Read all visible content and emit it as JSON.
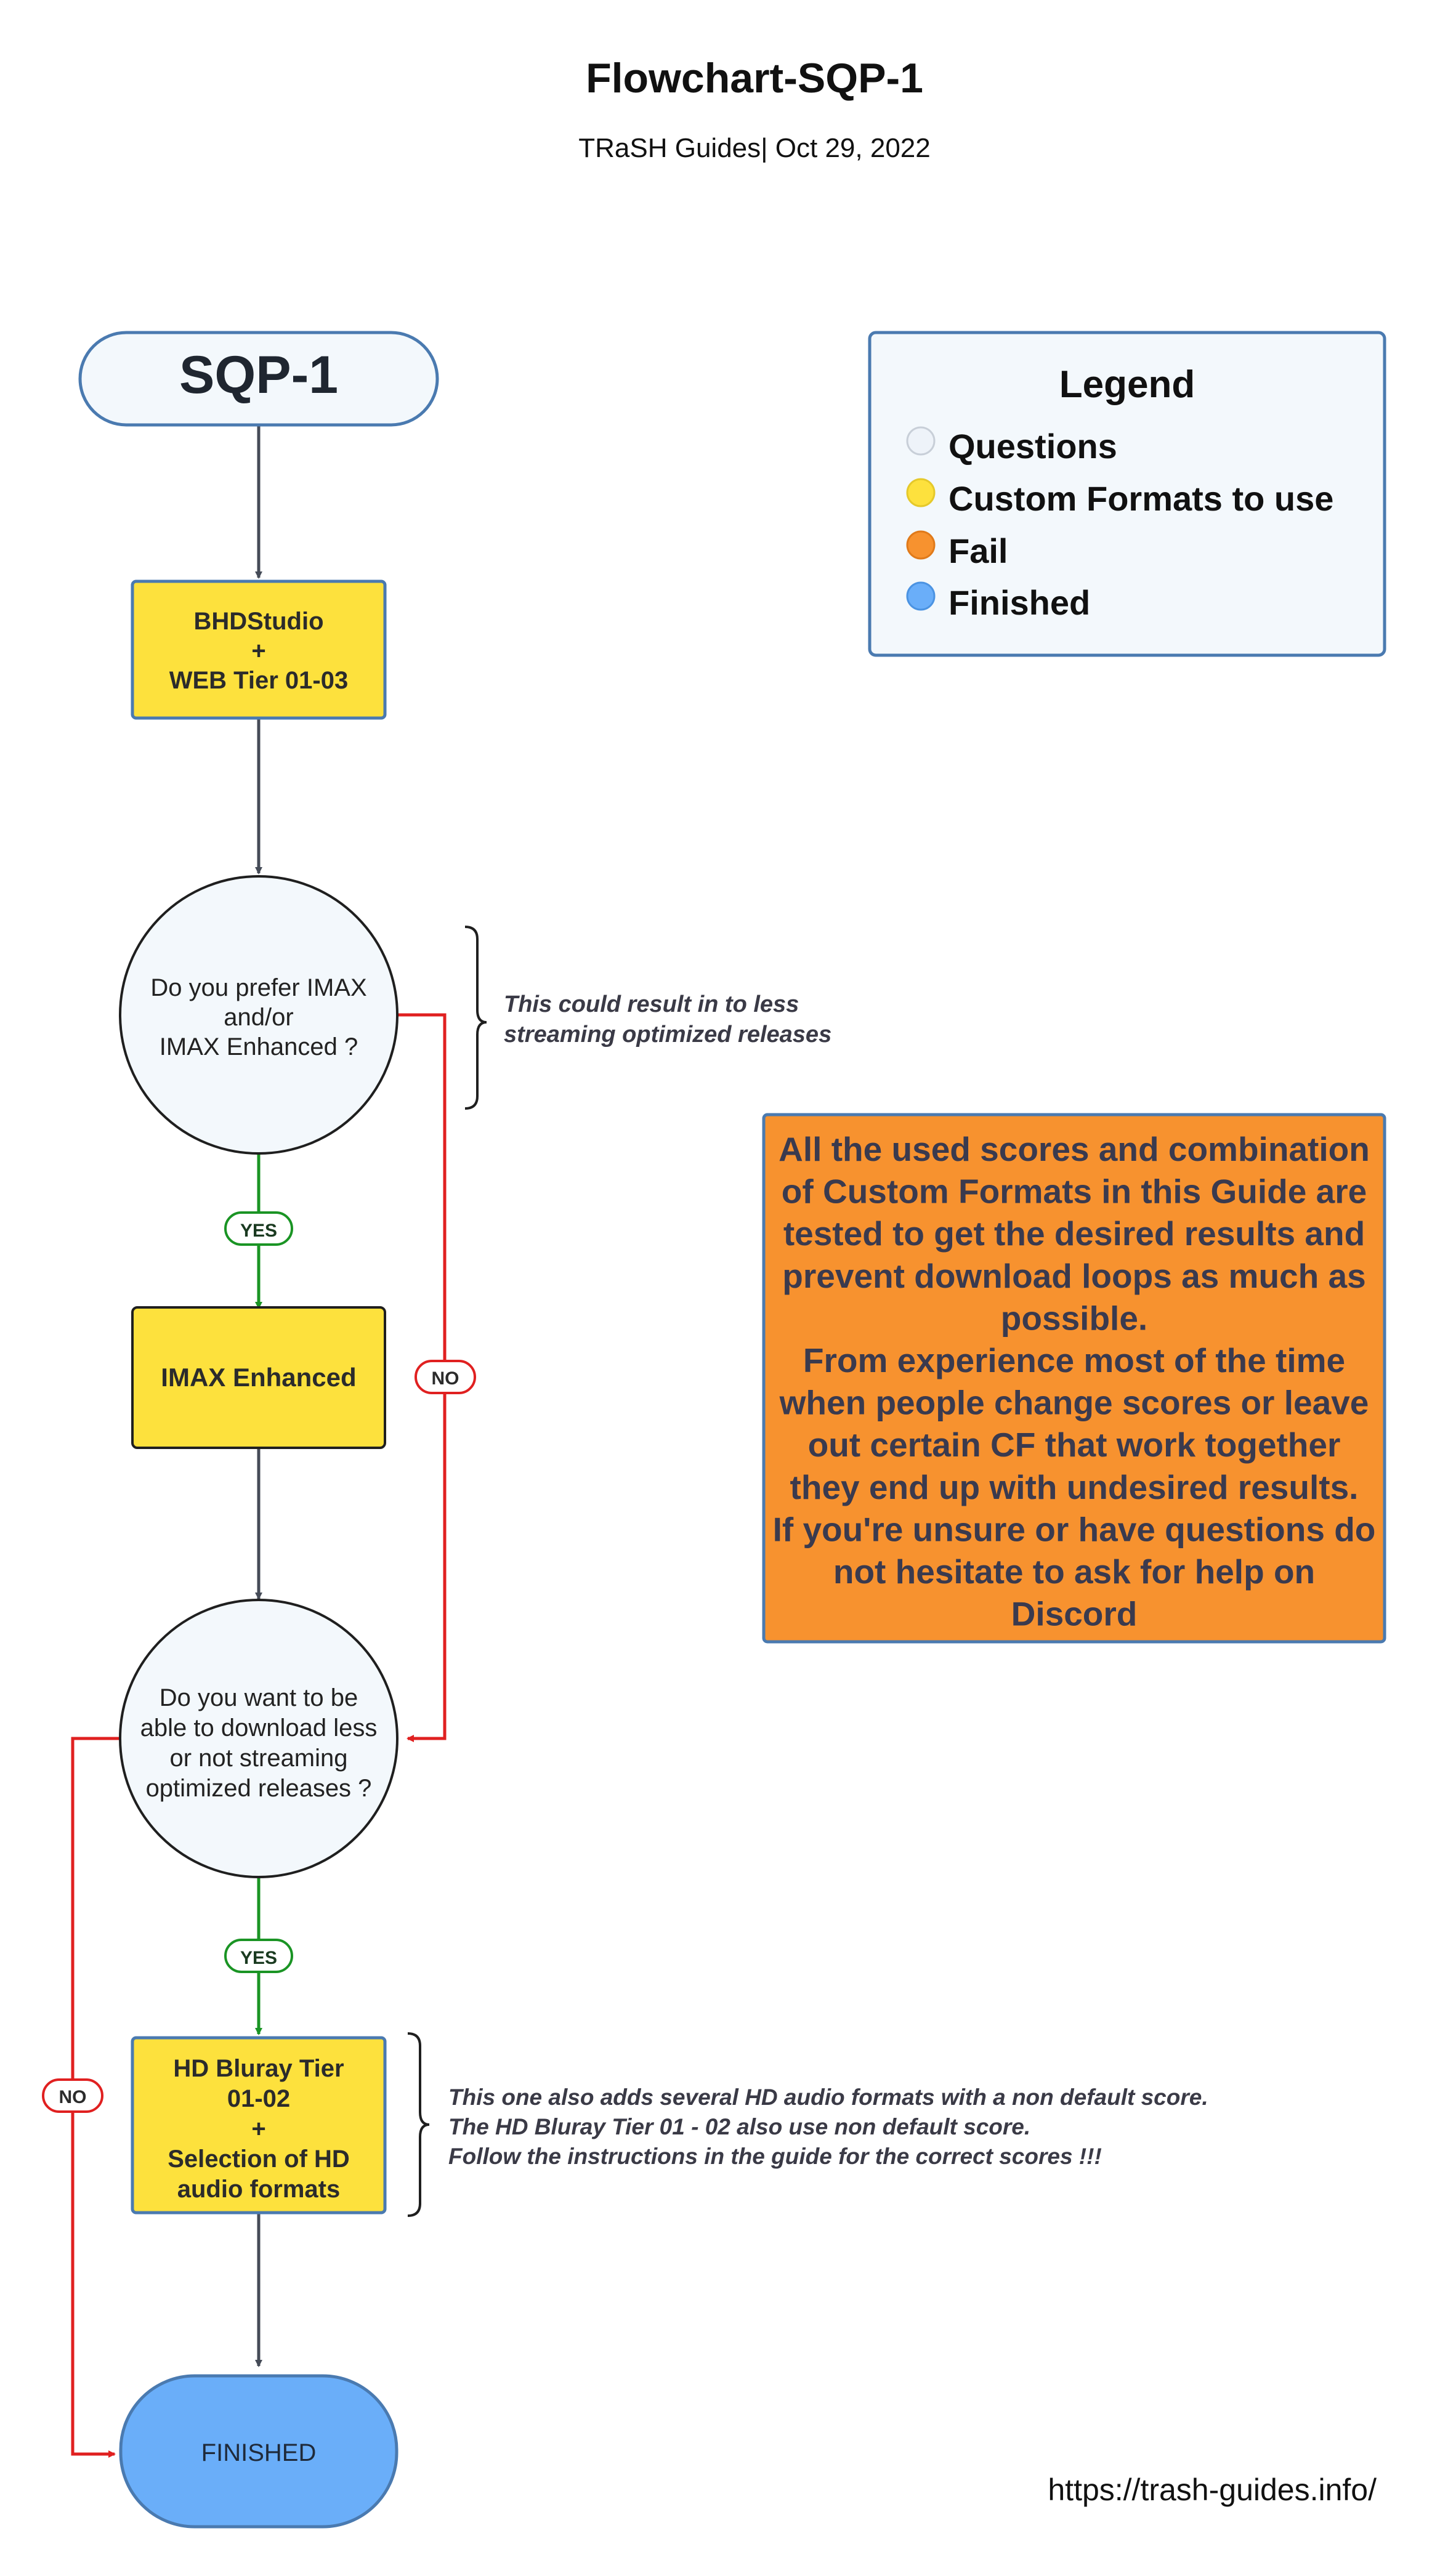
{
  "header": {
    "title": "Flowchart-SQP-1",
    "subtitle": "TRaSH Guides| Oct 29, 2022"
  },
  "nodes": {
    "start": {
      "label": "SQP-1"
    },
    "bhd": {
      "lines": [
        "BHDStudio",
        "+",
        "WEB Tier 01-03"
      ]
    },
    "q_imax": {
      "lines": [
        "Do you prefer IMAX",
        "and/or",
        "IMAX Enhanced ?"
      ]
    },
    "imax": {
      "label": "IMAX Enhanced"
    },
    "q_stream": {
      "lines": [
        "Do you want to be",
        "able to download less",
        "or not streaming",
        "optimized releases ?"
      ]
    },
    "hdbluray": {
      "lines": [
        "HD Bluray Tier",
        "01-02",
        "+",
        "Selection of HD",
        "audio formats"
      ]
    },
    "finished": {
      "label": "FINISHED"
    }
  },
  "edge_labels": {
    "imax_yes": "YES",
    "imax_no": "NO",
    "stream_yes": "YES",
    "stream_no": "NO"
  },
  "notes": {
    "imax_note": [
      "This could result in to less",
      "streaming optimized releases"
    ],
    "hd_note": [
      "This one also adds several HD audio formats with a non default score.",
      "The HD Bluray Tier 01 - 02 also use non default score.",
      "Follow the instructions in the guide for the correct scores !!!"
    ]
  },
  "legend": {
    "title": "Legend",
    "items": [
      {
        "label": "Questions",
        "color": "#eef3f9"
      },
      {
        "label": "Custom Formats to use",
        "color": "#fde13d"
      },
      {
        "label": "Fail",
        "color": "#f7922f"
      },
      {
        "label": "Finished",
        "color": "#6aaef9"
      }
    ]
  },
  "info_box": {
    "lines": [
      "All the used scores and combination",
      "of Custom Formats in this Guide are",
      "tested to get the desired results and",
      "prevent download loops as much as",
      "possible.",
      "From experience most of the time",
      "when people change scores or leave",
      "out certain CF that work together",
      "they end up with undesired results.",
      "If you're unsure or have questions do",
      "not hesitate to ask for help on",
      "Discord"
    ]
  },
  "footer": {
    "url": "https://trash-guides.info/"
  },
  "colors": {
    "border_blue": "#4a7ab0",
    "question_fill": "#f3f8fc",
    "yellow": "#fde13d",
    "orange": "#f7922f",
    "finished": "#6aaef9",
    "arrow_dark": "#454b57",
    "yes_green": "#1a9424",
    "no_red": "#e02020"
  }
}
